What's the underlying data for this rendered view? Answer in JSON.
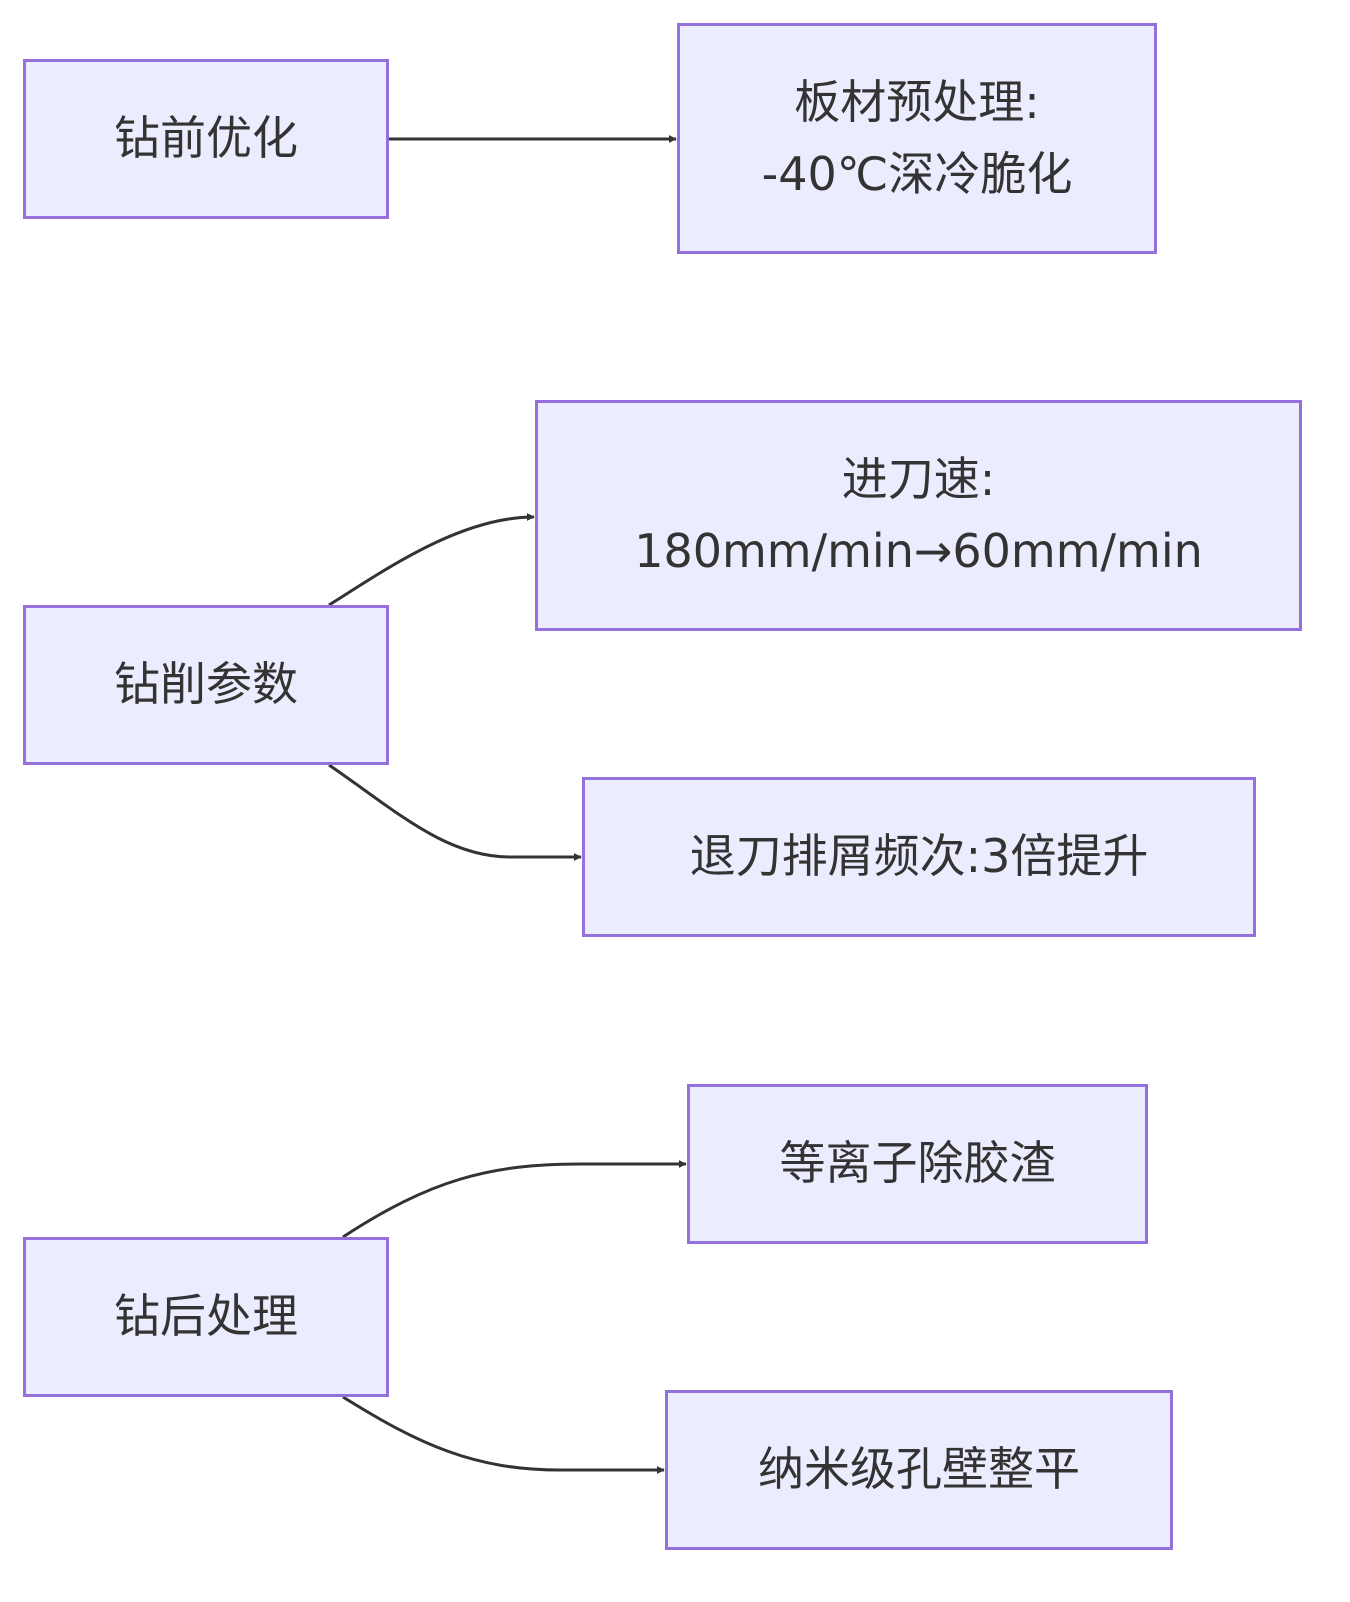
{
  "diagram": {
    "colors": {
      "node_fill": "#ECECFF",
      "node_border": "#9370DB",
      "edge": "#333333",
      "text": "#333333",
      "background": "#ffffff"
    },
    "nodes": {
      "pre_drill_optimization": {
        "line1": "钻前优化"
      },
      "board_pretreatment": {
        "line1": "板材预处理:",
        "line2": "-40℃深冷脆化"
      },
      "drilling_parameters": {
        "line1": "钻削参数"
      },
      "feed_speed": {
        "line1": "进刀速:",
        "line2": "180mm/min→60mm/min"
      },
      "retract_frequency": {
        "line1": "退刀排屑频次:3倍提升"
      },
      "post_drill_treatment": {
        "line1": "钻后处理"
      },
      "plasma_desmear": {
        "line1": "等离子除胶渣"
      },
      "nano_wall_leveling": {
        "line1": "纳米级孔壁整平"
      }
    },
    "edges": [
      {
        "from": "pre_drill_optimization",
        "to": "board_pretreatment"
      },
      {
        "from": "drilling_parameters",
        "to": "feed_speed"
      },
      {
        "from": "drilling_parameters",
        "to": "retract_frequency"
      },
      {
        "from": "post_drill_treatment",
        "to": "plasma_desmear"
      },
      {
        "from": "post_drill_treatment",
        "to": "nano_wall_leveling"
      }
    ]
  }
}
